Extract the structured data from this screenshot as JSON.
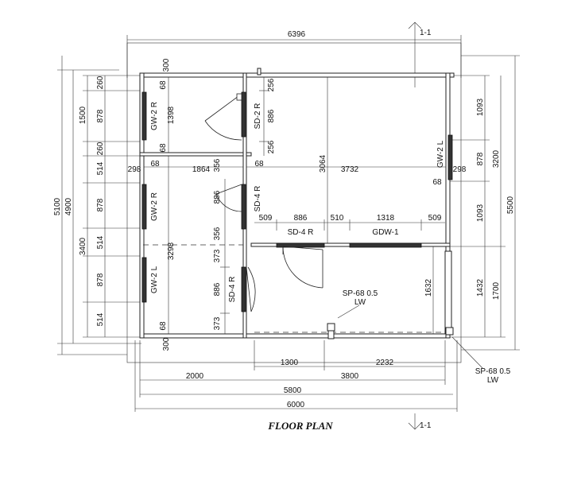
{
  "title": "FLOOR PLAN",
  "section_marks": {
    "top": "1-1",
    "bottom": "1-1"
  },
  "top_dims": {
    "overall": "6396"
  },
  "bottom_dims": {
    "d1300": "1300",
    "d2232": "2232",
    "d2000": "2000",
    "d3800": "3800",
    "d5800": "5800",
    "d6000": "6000"
  },
  "left_dims": {
    "d260a": "260",
    "d878a": "878",
    "d260b": "260",
    "d514a": "514",
    "d878b": "878",
    "d514b": "514",
    "d878c": "878",
    "d514c": "514",
    "d1500": "1500",
    "d3400": "3400",
    "d4900": "4900",
    "d5100": "5100"
  },
  "right_dims": {
    "d1093a": "1093",
    "d878": "878",
    "d1093b": "1093",
    "d1432": "1432",
    "d3200": "3200",
    "d1700": "1700",
    "d5500": "5500"
  },
  "interior_dims": {
    "d300top": "300",
    "d300bot": "300",
    "d68a": "68",
    "d68b": "68",
    "d68c": "68",
    "d68d": "68",
    "d68e": "68",
    "d68f": "68",
    "d1398": "1398",
    "d3298": "3298",
    "d298a": "298",
    "d1864": "1864",
    "d356a": "356",
    "d3732": "3732",
    "d298b": "298",
    "d256a": "256",
    "d886a": "886",
    "d256b": "256",
    "d886b": "886",
    "d356b": "356",
    "d509a": "509",
    "d886c": "886",
    "d510": "510",
    "d1318": "1318",
    "d509b": "509",
    "d373a": "373",
    "d886d": "886",
    "d373b": "373",
    "d3064": "3064",
    "d1632": "1632"
  },
  "labels": {
    "gw2r_a": "GW-2 R",
    "gw2r_b": "GW-2 R",
    "gw2l_a": "GW-2 L",
    "gw2l_b": "GW-2 L",
    "sd2r": "SD-2 R",
    "sd4r_a": "SD-4 R",
    "sd4r_b": "SD-4 R",
    "sd4r_c": "SD-4 R",
    "gdw1": "GDW-1",
    "sp68_a": "SP-68 0.5",
    "lw_a": "LW",
    "sp68_b": "SP-68 0.5",
    "lw_b": "LW"
  }
}
